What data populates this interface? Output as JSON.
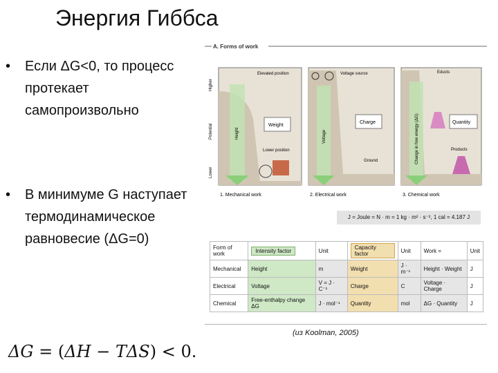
{
  "title": "Энергия Гиббса",
  "bullets": [
    {
      "marker": "•",
      "text": "Если ΔG<0, то процесс протекает самопроизвольно"
    },
    {
      "marker": "•",
      "text": "В минимуме G наступает термодинамическое равновесие (ΔG=0)"
    }
  ],
  "figure": {
    "header": "A. Forms of work",
    "panels": {
      "mechanical": {
        "caption": "1. Mechanical work",
        "elevated": "Elevated position",
        "weight": "Weight",
        "lower": "Lower position",
        "height_label": "Height",
        "axis_higher": "Higher",
        "axis_potential": "Potential",
        "axis_lower": "Lower"
      },
      "electrical": {
        "caption": "2. Electrical work",
        "voltage_source": "Voltage source",
        "charge": "Charge",
        "ground": "Ground",
        "voltage_label": "Voltage"
      },
      "chemical": {
        "caption": "3. Chemical work",
        "educts": "Educts",
        "quantity": "Quantity",
        "products": "Products",
        "energy_label": "Change in free energy (ΔG)"
      }
    },
    "joule": "J = Joule = N · m = 1 kg · m² · s⁻², 1 cal = 4.187 J",
    "table": {
      "header": [
        "Form of work",
        "Intensity factor",
        "Unit",
        "Capacity factor",
        "Unit",
        "Work =",
        "Unit"
      ],
      "rows": [
        [
          "Mechanical",
          "Height",
          "m",
          "Weight",
          "J · m⁻¹",
          "Height · Weight",
          "J"
        ],
        [
          "Electrical",
          "Voltage",
          "V = J · C⁻¹",
          "Charge",
          "C",
          "Voltage · Charge",
          "J"
        ],
        [
          "Chemical",
          "Free-enthalpy change ΔG",
          "J · mol⁻¹",
          "Quantity",
          "mol",
          "ΔG · Quantity",
          "J"
        ]
      ]
    }
  },
  "citation": "(из Koolman, 2005)",
  "formula": {
    "lhs": "ΔG",
    "eq": "=",
    "open": "(",
    "dh": "ΔH",
    "minus": "−",
    "tds": "TΔS",
    "close": ")",
    "lt": "<",
    "zero": "0."
  }
}
